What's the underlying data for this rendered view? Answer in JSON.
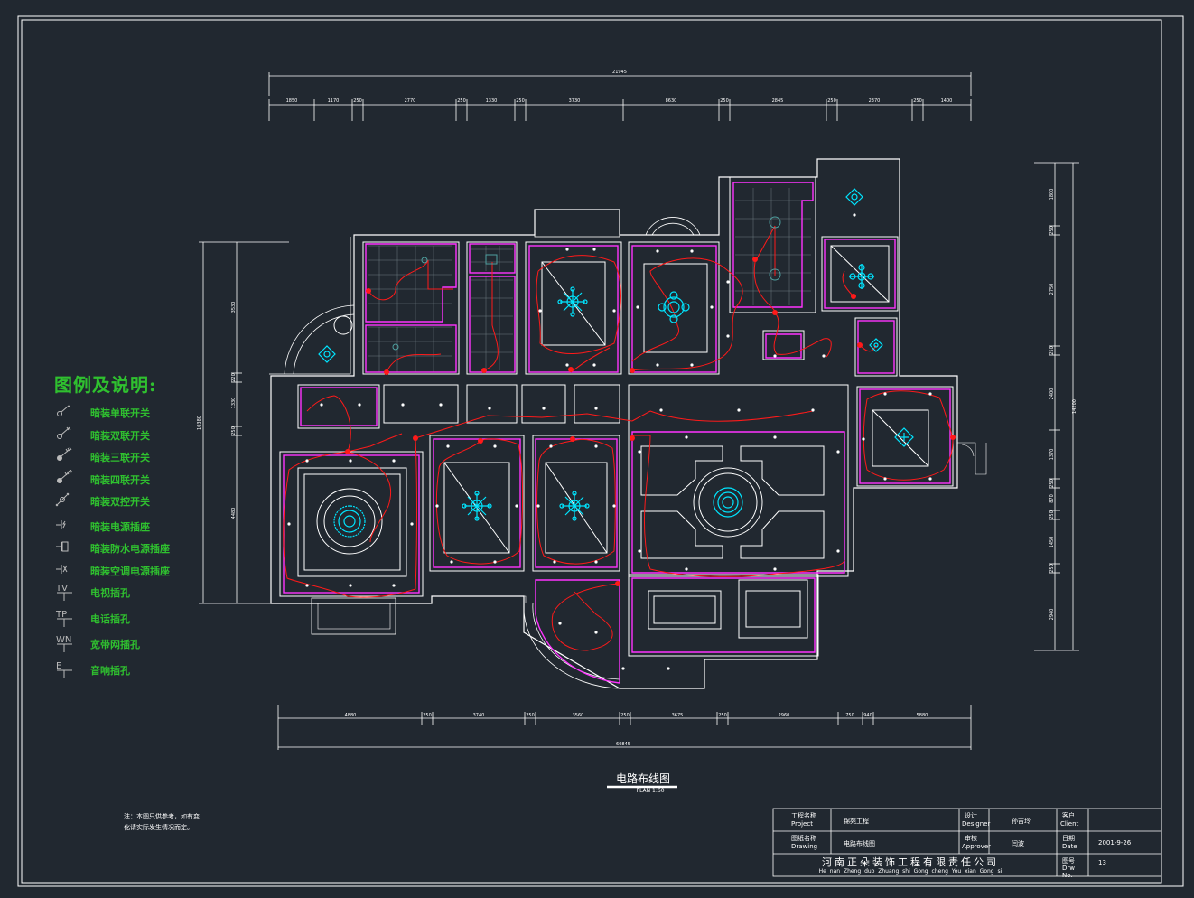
{
  "legend": {
    "title": "图例及说明:",
    "items": [
      {
        "icon": "single-switch-icon",
        "label": "暗装单联开关"
      },
      {
        "icon": "double-switch-icon",
        "label": "暗装双联开关"
      },
      {
        "icon": "triple-switch-icon",
        "label": "暗装三联开关"
      },
      {
        "icon": "quad-switch-icon",
        "label": "暗装四联开关"
      },
      {
        "icon": "dual-control-switch-icon",
        "label": "暗装双控开关"
      },
      {
        "icon": "power-socket-icon",
        "label": "暗装电源插座"
      },
      {
        "icon": "waterproof-socket-icon",
        "label": "暗装防水电源插座"
      },
      {
        "icon": "ac-socket-icon",
        "label": "暗装空调电源插座"
      },
      {
        "icon": "tv-outlet-icon",
        "label": "电视插孔",
        "symbol": "TV"
      },
      {
        "icon": "phone-outlet-icon",
        "label": "电话插孔",
        "symbol": "TP"
      },
      {
        "icon": "network-outlet-icon",
        "label": "宽带网插孔",
        "symbol": "WN"
      },
      {
        "icon": "audio-outlet-icon",
        "label": "音响插孔",
        "symbol": "E"
      }
    ]
  },
  "note": {
    "line1": "注：本图只供参考，如有变",
    "line2": "化请实际发生情况而定。"
  },
  "drawing": {
    "title": "电路布线图",
    "scale": "PLAN 1:60"
  },
  "dimensions": {
    "top_total": "21945",
    "top_segments": [
      "1850",
      "1170",
      "250",
      "2770",
      "250",
      "1330",
      "250",
      "3730",
      "8630",
      "250",
      "2845",
      "250",
      "2370",
      "250",
      "1400"
    ],
    "bottom_segments": [
      "4880",
      "250",
      "3740",
      "250",
      "3560",
      "250",
      "3675",
      "250",
      "2960",
      "750",
      "940",
      "5880"
    ],
    "bottom_total": "60845",
    "left_segments": [
      "3530",
      "220",
      "1330",
      "250",
      "4480"
    ],
    "left_total": "10380",
    "right_segments": [
      "1800",
      "250",
      "2750",
      "250",
      "2400",
      "1370",
      "250",
      "870",
      "250",
      "1450",
      "250",
      "2940"
    ],
    "right_total": "14200"
  },
  "title_block": {
    "project_cn": "工程名称",
    "project_en": "Project",
    "project_value": "锦苑工程",
    "designer_cn": "设计",
    "designer_en": "Designer",
    "designer_value": "孙吉玲",
    "client_cn": "客户",
    "client_en": "Client",
    "client_value": "",
    "drawing_cn": "图纸名称",
    "drawing_en": "Drawing",
    "drawing_value": "电路布线图",
    "approver_cn": "审核",
    "approver_en": "Approver",
    "approver_value": "闫波",
    "date_cn": "日期",
    "date_en": "Date",
    "date_value": "2001-9-26",
    "company": "河南正朵装饰工程有限责任公司",
    "company_pinyin": "He nan  Zheng duo  Zhuang shi  Gong cheng  You xian  Gong si",
    "drw_cn": "图号",
    "drw_en1": "Drw",
    "drw_en2": "No.",
    "drw_value": "13"
  },
  "colors": {
    "background": "#212830",
    "walls": "#ffffff",
    "ceiling": "#ff33ff",
    "wiring": "#ff1a1a",
    "fixtures": "#00e5ff",
    "legend": "#2fc12f"
  }
}
